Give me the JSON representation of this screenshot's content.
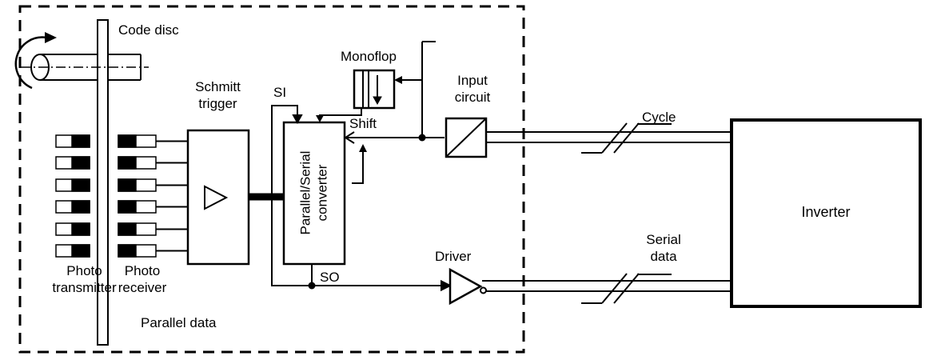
{
  "diagram": {
    "labels": {
      "code_disc": "Code disc",
      "photo_transmitter": "Photo transmitter",
      "photo_receiver": "Photo receiver",
      "schmitt_trigger": "Schmitt trigger",
      "converter": "Parallel/Serial converter",
      "si": "SI",
      "so": "SO",
      "shift": "Shift",
      "monoflop": "Monoflop",
      "input_circuit": "Input circuit",
      "cycle": "Cycle",
      "serial_data": "Serial data",
      "parallel_data": "Parallel data",
      "driver": "Driver",
      "inverter": "Inverter"
    },
    "photo_channels": 6,
    "colors": {
      "line": "#000000",
      "background": "#ffffff"
    }
  }
}
